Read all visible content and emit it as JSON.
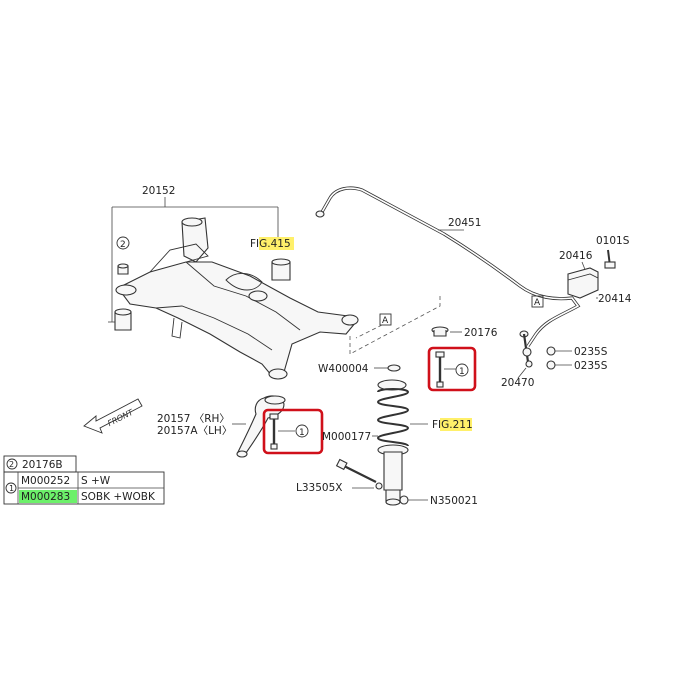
{
  "labels": {
    "crossmember": "20152",
    "fig415": "FIG.415",
    "stabilizer": "20451",
    "bolt_0101s": "0101S",
    "link_20416": "20416",
    "bushing_20414": "20414",
    "nut_0235s_a": "0235S",
    "nut_0235s_b": "0235S",
    "link_20470": "20470",
    "mount_20176": "20176",
    "washer_w400004": "W400004",
    "arm_rh": "20157 〈RH〉",
    "arm_lh": "20157A〈LH〉",
    "bolt_m000177": "M000177",
    "fig211": "FIG.211",
    "bolt_l33505x": "L33505X",
    "nut_n350021": "N350021",
    "front": "FRONT",
    "ref_a_1": "A",
    "ref_a_2": "A",
    "circle_2": "2",
    "circle_1_left": "1",
    "circle_1_right": "1"
  },
  "legend": {
    "row2_symbol": "2",
    "row2_part": "20176B",
    "row1_symbol": "1",
    "row1_part_a": "M000252",
    "row1_note_a": "S +W",
    "row1_part_b": "M000283",
    "row1_note_b": "SOBK +WOBK"
  },
  "colors": {
    "highlight_box": "#d0101a",
    "highlight_yellow": "#fff06a",
    "highlight_green": "#6cf06a"
  }
}
